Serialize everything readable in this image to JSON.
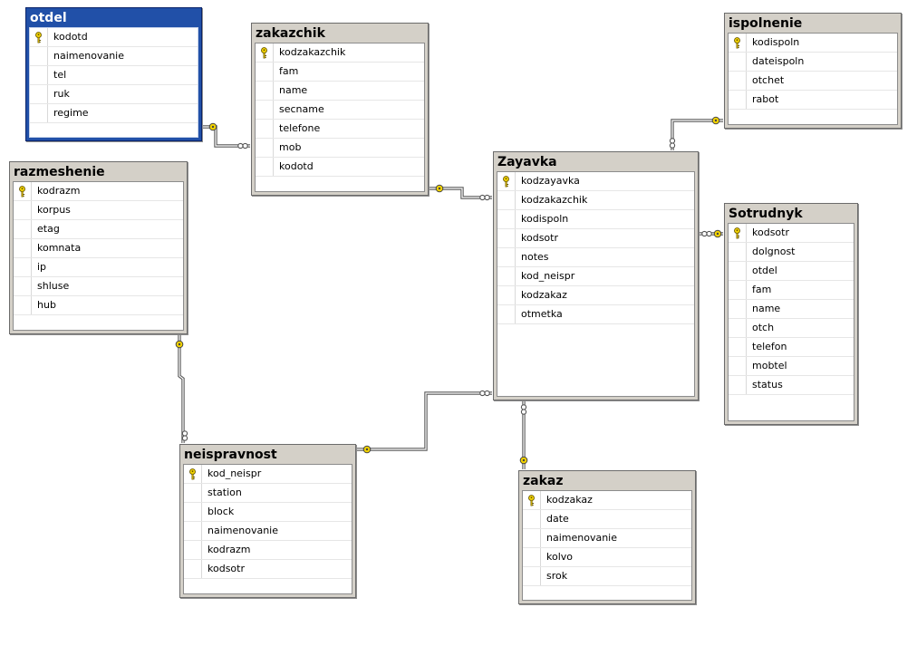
{
  "tables": {
    "otdel": {
      "title": "otdel",
      "columns": [
        "kodotd",
        "naimenovanie",
        "tel",
        "ruk",
        "regime"
      ],
      "pk": "kodotd"
    },
    "zakazchik": {
      "title": "zakazchik",
      "columns": [
        "kodzakazchik",
        "fam",
        "name",
        "secname",
        "telefone",
        "mob",
        "kodotd"
      ],
      "pk": "kodzakazchik"
    },
    "ispolnenie": {
      "title": "ispolnenie",
      "columns": [
        "kodispoln",
        "dateispoln",
        "otchet",
        "rabot"
      ],
      "pk": "kodispoln"
    },
    "razmeshenie": {
      "title": "razmeshenie",
      "columns": [
        "kodrazm",
        "korpus",
        "etag",
        "komnata",
        "ip",
        "shluse",
        "hub"
      ],
      "pk": "kodrazm"
    },
    "zayavka": {
      "title": "Zayavka",
      "columns": [
        "kodzayavka",
        "kodzakazchik",
        "kodispoln",
        "kodsotr",
        "notes",
        "kod_neispr",
        "kodzakaz",
        "otmetka"
      ],
      "pk": "kodzayavka"
    },
    "sotrudnyk": {
      "title": "Sotrudnyk",
      "columns": [
        "kodsotr",
        "dolgnost",
        "otdel",
        "fam",
        "name",
        "otch",
        "telefon",
        "mobtel",
        "status"
      ],
      "pk": "kodsotr"
    },
    "neispravnost": {
      "title": "neispravnost",
      "columns": [
        "kod_neispr",
        "station",
        "block",
        "naimenovanie",
        "kodrazm",
        "kodsotr"
      ],
      "pk": "kod_neispr"
    },
    "zakaz": {
      "title": "zakaz",
      "columns": [
        "kodzakaz",
        "date",
        "naimenovanie",
        "kolvo",
        "srok"
      ],
      "pk": "kodzakaz"
    }
  },
  "selected_table": "otdel",
  "relationships": [
    {
      "from": "otdel",
      "to": "zakazchik"
    },
    {
      "from": "zakazchik",
      "to": "zayavka"
    },
    {
      "from": "ispolnenie",
      "to": "zayavka"
    },
    {
      "from": "sotrudnyk",
      "to": "zayavka"
    },
    {
      "from": "zakaz",
      "to": "zayavka"
    },
    {
      "from": "neispravnost",
      "to": "zayavka"
    },
    {
      "from": "razmeshenie",
      "to": "neispravnost"
    }
  ],
  "colors": {
    "selected_header": "#2150a8",
    "header": "#d4d0c8",
    "key": "#f2d300",
    "connector": "#5a5a5a"
  },
  "icons": {
    "primary_key": "key-icon",
    "one_end": "key-endpoint-icon",
    "many_end": "infinity-endpoint-icon"
  }
}
